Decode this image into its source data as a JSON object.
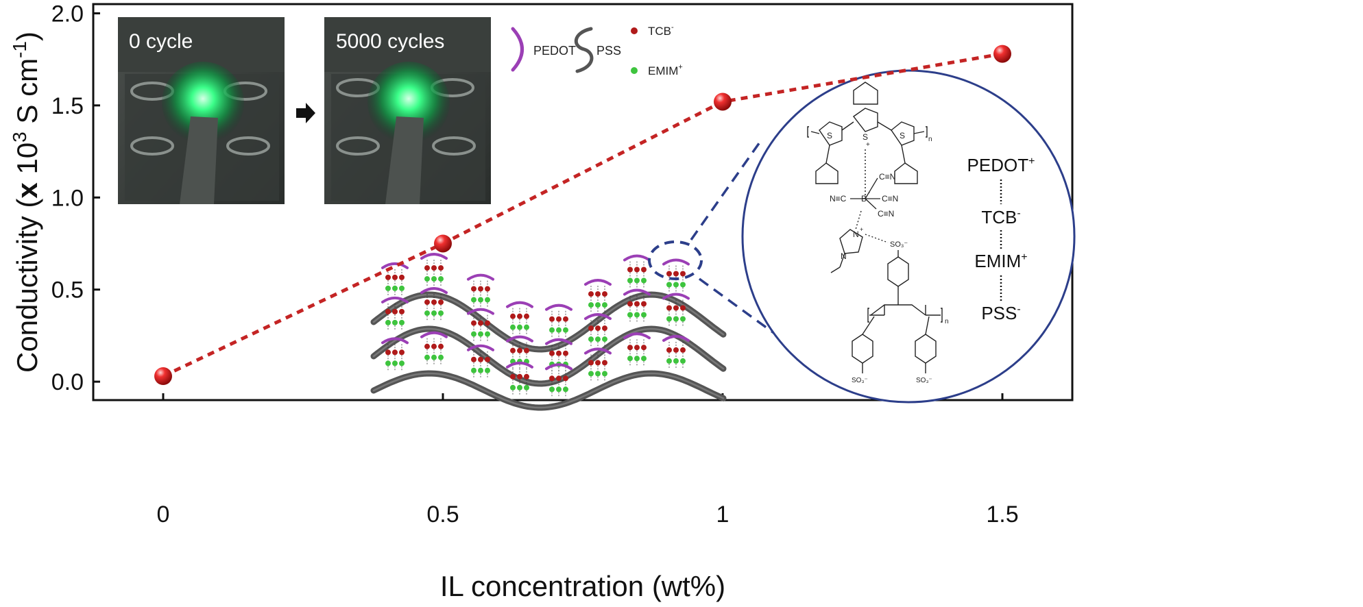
{
  "chart_data": {
    "type": "line",
    "xlabel": "IL concentration (wt%)",
    "ylabel": {
      "main": "Conductivity (",
      "bold": "x",
      "pre": " 10",
      "sup": "3",
      "unit": " S cm",
      "unitsup": "-1",
      "close": ")"
    },
    "x_ticks": [
      "0",
      "0.5",
      "1",
      "1.5"
    ],
    "y_ticks": [
      "0.0",
      "0.5",
      "1.0",
      "1.5",
      "2.0"
    ],
    "xlim": [
      -0.125,
      1.625
    ],
    "ylim": [
      -0.1,
      2.05
    ],
    "grid": false,
    "series": [
      {
        "x": [
          0,
          0.5,
          1,
          1.5
        ],
        "y": [
          0.03,
          0.75,
          1.52,
          1.78
        ],
        "color": "#c42424",
        "marker": "red-sphere",
        "line_style": "dashed"
      }
    ]
  },
  "inset_photos": {
    "before_label": "0 cycle",
    "after_label": "5000 cycles"
  },
  "legend": {
    "pedot": "PEDOT",
    "pss": "PSS",
    "tcb": "TCB",
    "tcb_charge": "-",
    "emim": "EMIM",
    "emim_charge": "+",
    "pedot_color": "#9b3fb5",
    "tcb_color": "#b01a1a",
    "emim_color": "#3ec43e",
    "pss_color": "#555555"
  },
  "molecule_labels": {
    "pedot": "PEDOT",
    "pedot_charge": "+",
    "tcb": "TCB",
    "tcb_charge": "-",
    "emim": "EMIM",
    "emim_charge": "+",
    "pss": "PSS",
    "pss_charge": "-"
  },
  "structure_text": {
    "s1": "S",
    "s2": "S",
    "s3": "S",
    "s_plus": "+",
    "n_sub1": "n",
    "n_sub2": "n",
    "cn1": "C≡N",
    "cn2": "N≡C",
    "cn3": "C≡N",
    "cn4": "C≡N",
    "boron": "B",
    "boron_charge": "-",
    "nitrogen": "N",
    "nitrogen_charge": "+",
    "nitrogen2": "N",
    "so3_a": "SO₃⁻",
    "so3_b": "SO₃⁻",
    "so3_c": "SO₃⁻"
  },
  "colors": {
    "frame": "#111111",
    "circle": "#2c3e8a",
    "series": "#c42424",
    "chain": "#555555"
  }
}
